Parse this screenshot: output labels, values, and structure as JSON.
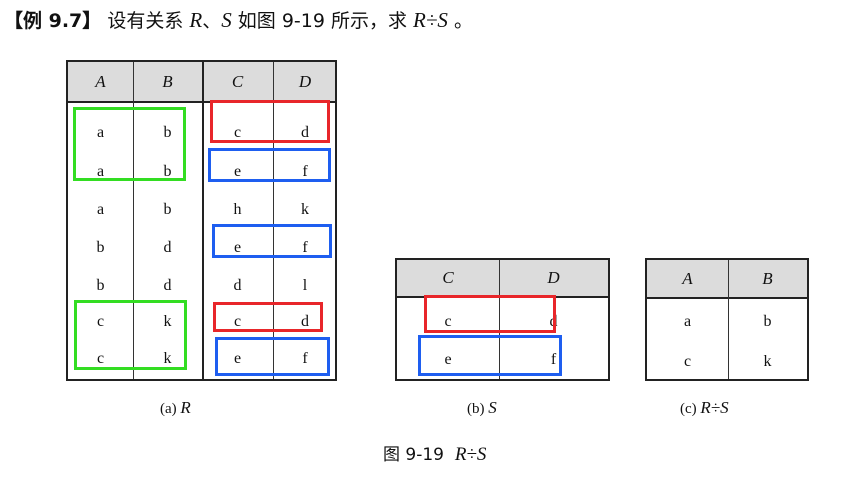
{
  "header": {
    "label": "【例 9.7】",
    "text_1": "设有关系",
    "r": "R",
    "sep": "、",
    "s": "S",
    "text_2": "如图 9-19 所示，求",
    "expr": "R÷S",
    "end": "。"
  },
  "colors": {
    "green": "#33dd22",
    "red": "#e8262a",
    "blue": "#1e5ef0",
    "header_bg": "#dcdcdc"
  },
  "tables": {
    "R": {
      "columns": [
        "A",
        "B",
        "C",
        "D"
      ],
      "rows": [
        [
          "a",
          "b",
          "c",
          "d"
        ],
        [
          "a",
          "b",
          "e",
          "f"
        ],
        [
          "a",
          "b",
          "h",
          "k"
        ],
        [
          "b",
          "d",
          "e",
          "f"
        ],
        [
          "b",
          "d",
          "d",
          "l"
        ],
        [
          "c",
          "k",
          "c",
          "d"
        ],
        [
          "c",
          "k",
          "e",
          "f"
        ]
      ],
      "caption_prefix": "(a)",
      "caption_name": "R"
    },
    "S": {
      "columns": [
        "C",
        "D"
      ],
      "rows": [
        [
          "c",
          "d"
        ],
        [
          "e",
          "f"
        ]
      ],
      "caption_prefix": "(b)",
      "caption_name": "S"
    },
    "Q": {
      "columns": [
        "A",
        "B"
      ],
      "rows": [
        [
          "a",
          "b"
        ],
        [
          "c",
          "k"
        ]
      ],
      "caption_prefix": "(c)",
      "caption_name": "R÷S"
    }
  },
  "figure_caption": {
    "label": "图 9-19",
    "expr": "R÷S"
  }
}
